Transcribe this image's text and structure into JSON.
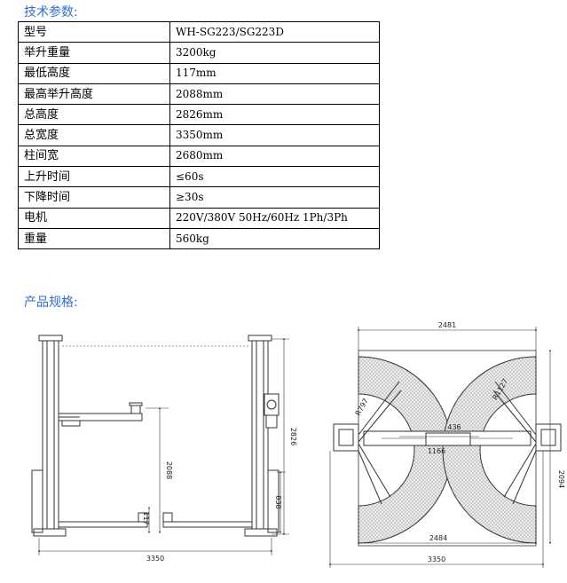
{
  "headings": {
    "spec": "技术参数:",
    "dimensions": "产品规格:"
  },
  "spec_rows": [
    {
      "key": "型号",
      "value": "WH-SG223/SG223D"
    },
    {
      "key": "举升重量",
      "value": "3200kg"
    },
    {
      "key": "最低高度",
      "value": "117mm"
    },
    {
      "key": "最高举升高度",
      "value": "2088mm"
    },
    {
      "key": "总高度",
      "value": "2826mm"
    },
    {
      "key": "总宽度",
      "value": "3350mm"
    },
    {
      "key": "柱间宽",
      "value": "2680mm"
    },
    {
      "key": "上升时间",
      "value": "≤60s"
    },
    {
      "key": "下降时间",
      "value": "≥30s"
    },
    {
      "key": "电机",
      "value": "220V/380V 50Hz/60Hz 1Ph/3Ph"
    },
    {
      "key": "重量",
      "value": "560kg"
    }
  ],
  "front_view": {
    "width": "3350",
    "lift_height": "2088",
    "total_height": "2826",
    "min_height": "117",
    "pad_height": "838"
  },
  "top_view": {
    "top_width": "2481",
    "mid_width": "1166",
    "arm_center": "436",
    "radius_left": "R797",
    "radius_right": "R1127",
    "bottom_inner": "2484",
    "bottom_overall": "3350",
    "depth": "2094"
  },
  "colors": {
    "heading": "#2f6fd6",
    "line": "#333333"
  }
}
